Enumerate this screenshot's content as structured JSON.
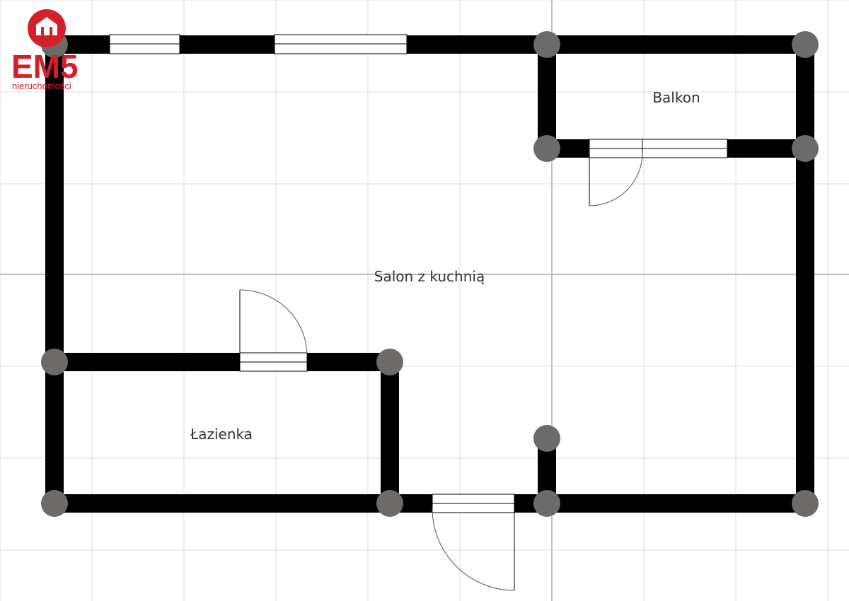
{
  "logo": {
    "brand": "EM5",
    "tagline": "nieruchomości",
    "color": "#d4202a"
  },
  "rooms": {
    "salon": "Salon z kuchnią",
    "balkon": "Balkon",
    "lazienka": "Łazienka"
  },
  "colors": {
    "wall": "#000000",
    "wall_joint": "#6d6a6a",
    "grid": "#dcdcdc",
    "grid_major": "#bfbfbf"
  }
}
